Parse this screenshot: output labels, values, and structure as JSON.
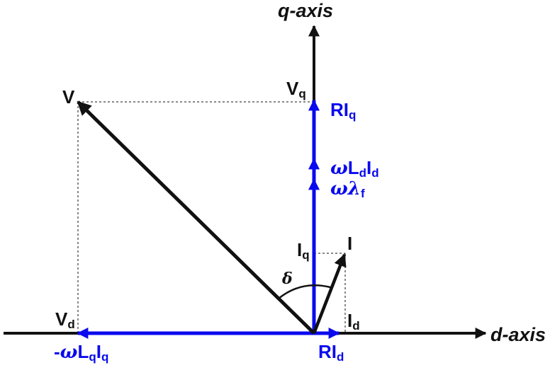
{
  "axes": {
    "q_label": "q-axis",
    "d_label": "d-axis"
  },
  "labels": {
    "V": "V",
    "I": "I",
    "delta": "δ",
    "Vq_main": "V",
    "Vq_sub": "q",
    "Vd_main": "V",
    "Vd_sub": "d",
    "Iq_main": "I",
    "Iq_sub": "q",
    "Id_main": "I",
    "Id_sub": "d",
    "RIq_main": "RI",
    "RIq_sub": "q",
    "RId_main": "RI",
    "RId_sub": "d",
    "wLdId_omega": "ω",
    "wLdId_L": "L",
    "wLdId_Lsub": "d",
    "wLdId_I": "I",
    "wLdId_Isub": "d",
    "wlf_omega": "ω",
    "wlf_lambda": "λ",
    "wlf_sub": "f",
    "wLqIq_minus": "-",
    "wLqIq_omega": "ω",
    "wLqIq_L": "L",
    "wLqIq_Lsub": "q",
    "wLqIq_I": "I",
    "wLqIq_Isub": "q"
  },
  "colors": {
    "black": "#111111",
    "blue": "#0a0aee"
  }
}
